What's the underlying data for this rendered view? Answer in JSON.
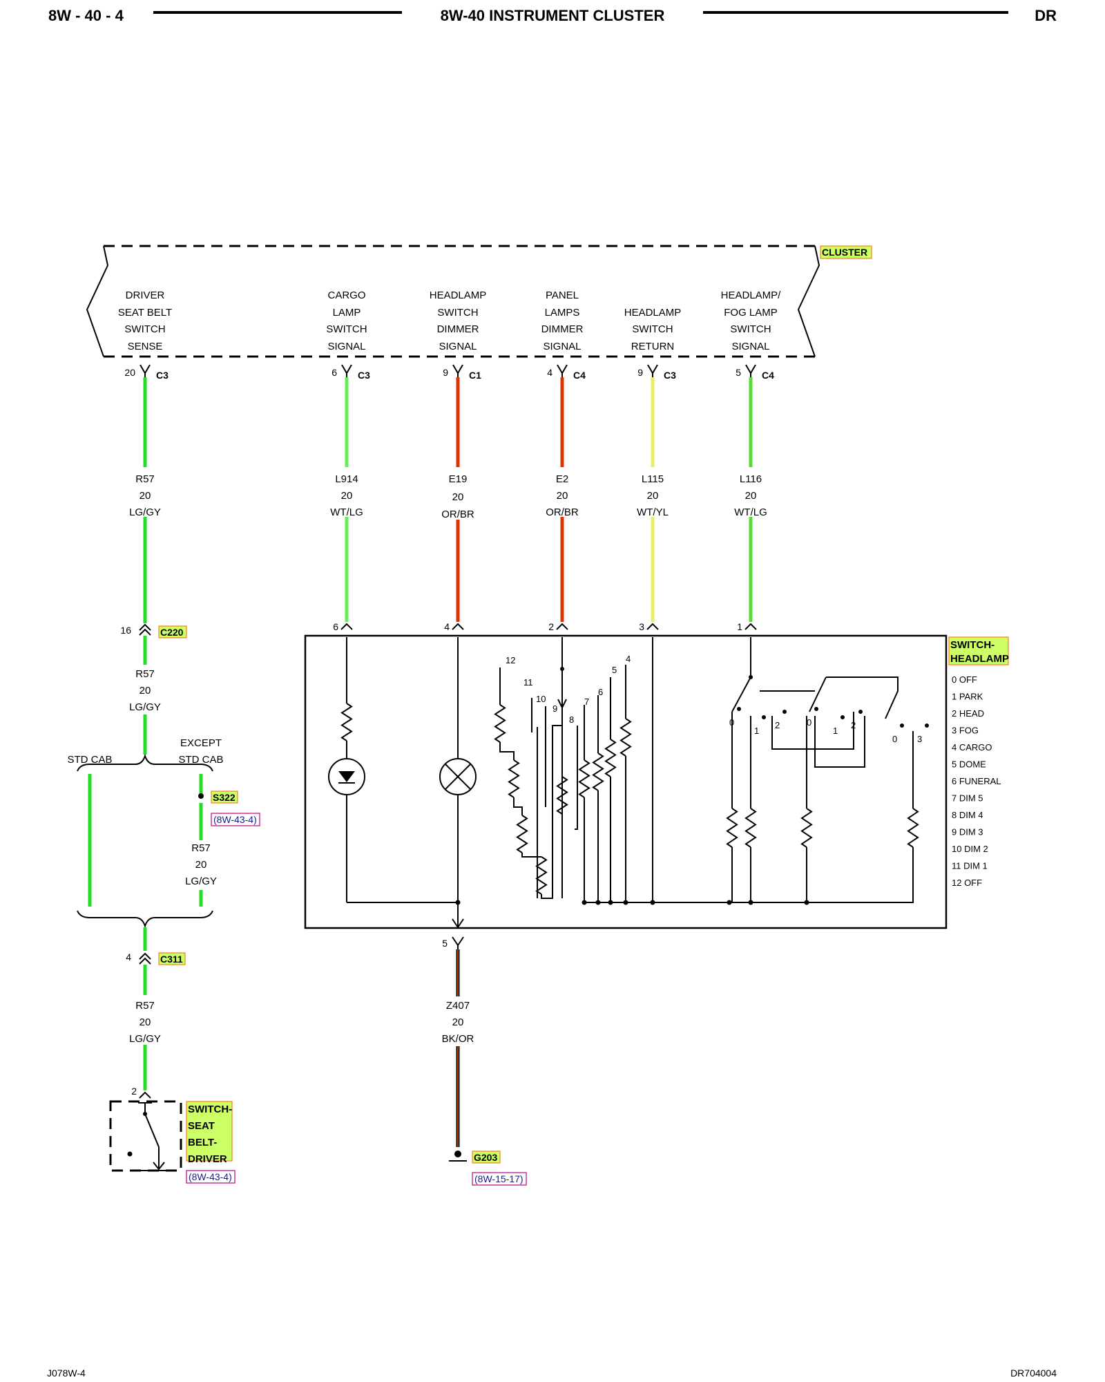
{
  "header": {
    "page_code": "8W - 40 - 4",
    "title": "8W-40 INSTRUMENT CLUSTER",
    "model": "DR"
  },
  "cluster": {
    "name": "CLUSTER",
    "labels": [
      {
        "lines": [
          "DRIVER",
          "SEAT BELT",
          "SWITCH",
          "SENSE"
        ]
      },
      {
        "lines": [
          "CARGO",
          "LAMP",
          "SWITCH",
          "SIGNAL"
        ]
      },
      {
        "lines": [
          "HEADLAMP",
          "SWITCH",
          "DIMMER",
          "SIGNAL"
        ]
      },
      {
        "lines": [
          "PANEL",
          "LAMPS",
          "DIMMER",
          "SIGNAL"
        ]
      },
      {
        "lines": [
          "HEADLAMP",
          "SWITCH",
          "RETURN"
        ]
      },
      {
        "lines": [
          "HEADLAMP/",
          "FOG LAMP",
          "SWITCH",
          "SIGNAL"
        ]
      }
    ]
  },
  "wires": [
    {
      "pin": "20",
      "connector": "C3",
      "circuit": "R57",
      "gauge": "20",
      "color_code": "LG/GY",
      "color": "#22dd22",
      "sw_pin": "16"
    },
    {
      "pin": "6",
      "connector": "C3",
      "circuit": "L914",
      "gauge": "20",
      "color_code": "WT/LG",
      "color": "#66ee55",
      "sw_pin": "6"
    },
    {
      "pin": "9",
      "connector": "C1",
      "circuit": "E19",
      "gauge": "20",
      "color_code": "OR/BR",
      "color": "#dd3300",
      "sw_pin": "4"
    },
    {
      "pin": "4",
      "connector": "C4",
      "circuit": "E2",
      "gauge": "20",
      "color_code": "OR/BR",
      "color": "#dd3300",
      "sw_pin": "2"
    },
    {
      "pin": "9",
      "connector": "C3",
      "circuit": "L115",
      "gauge": "20",
      "color_code": "WT/YL",
      "color": "#eeee66",
      "sw_pin": "3"
    },
    {
      "pin": "5",
      "connector": "C4",
      "circuit": "L116",
      "gauge": "20",
      "color_code": "WT/LG",
      "color": "#55dd33",
      "sw_pin": "1"
    }
  ],
  "left_branch": {
    "c220": "C220",
    "c220_pin": "16",
    "mid_circuit": "R57",
    "mid_gauge": "20",
    "mid_color": "LG/GY",
    "std_cab": "STD CAB",
    "except_line1": "EXCEPT",
    "except_line2": "STD CAB",
    "splice": "S322",
    "splice_ref": "(8W-43-4)",
    "branch_circuit": "R57",
    "branch_gauge": "20",
    "branch_color": "LG/GY",
    "c311": "C311",
    "c311_pin": "4",
    "low_circuit": "R57",
    "low_gauge": "20",
    "low_color": "LG/GY",
    "switch_pin": "2",
    "switch_name": [
      "SWITCH-",
      "SEAT",
      "BELT-",
      "DRIVER"
    ],
    "switch_ref": "(8W-43-4)",
    "wire_color": "#22dd22"
  },
  "headlamp_switch": {
    "name": [
      "SWITCH-",
      "HEADLAMP"
    ],
    "positions": [
      "0 OFF",
      "1 PARK",
      "2 HEAD",
      "3 FOG",
      "4 CARGO",
      "5 DOME",
      "6 FUNERAL",
      "7 DIM 5",
      "8 DIM 4",
      "9 DIM 3",
      "10 DIM 2",
      "11 DIM 1",
      "12 OFF"
    ],
    "dimmer_numbers": [
      "12",
      "11",
      "10",
      "9",
      "8",
      "7",
      "6",
      "5",
      "4"
    ],
    "contact_labels": [
      "0",
      "1",
      "2",
      "0",
      "1",
      "2",
      "0",
      "3"
    ]
  },
  "ground": {
    "pin": "5",
    "circuit": "Z407",
    "gauge": "20",
    "color_code": "BK/OR",
    "name": "G203",
    "ref": "(8W-15-17)",
    "color": "#000000",
    "tracer": "#dd5500"
  },
  "colors": {
    "highlight": "#ccff66",
    "highlight_border": "#ff6600",
    "ref_border": "#cc3399"
  },
  "footer": {
    "left": "J078W-4",
    "right": "DR704004"
  }
}
